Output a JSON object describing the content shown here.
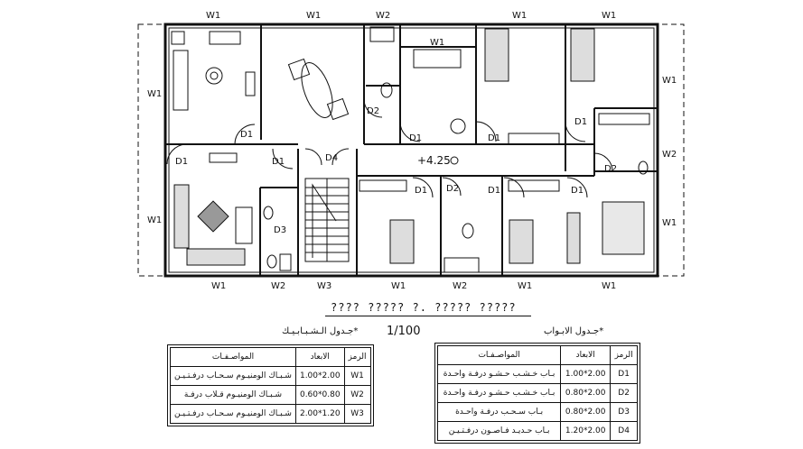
{
  "windows_top": [
    "W1",
    "W1",
    "W2",
    "W1",
    "W1"
  ],
  "windows_bottom": [
    "W1",
    "W2",
    "W3",
    "W1",
    "W2",
    "W1",
    "W1"
  ],
  "windows_left": [
    "W1",
    "W1"
  ],
  "windows_right": [
    "W1",
    "W2",
    "W1"
  ],
  "internal_labels": {
    "w1_kitchen": "W1",
    "d1_a": "D1",
    "d1_b": "D1",
    "d1_c": "D1",
    "d1_d": "D1",
    "d1_e": "D1",
    "d1_f": "D1",
    "d1_g": "D1",
    "d1_h": "D1",
    "d1_i": "D1",
    "d2_a": "D2",
    "d2_b": "D2",
    "d2_c": "D2",
    "d3": "D3",
    "d4": "D4"
  },
  "level_mark": "+4.25",
  "drawing_title": "???? ????? ?. ????? ?????",
  "scale": "1/100",
  "windows_schedule": {
    "caption": "جـدول الـشـبـابـيـك*",
    "headers": [
      "المواصـفـات",
      "الابعاد",
      "الرمز"
    ],
    "rows": [
      [
        "شـبـاك الومنيـوم سـحـاب درفـتـيـن",
        "1.00*2.00",
        "W1"
      ],
      [
        "شـبـاك الومنيـوم قـلاب درفـة",
        "0.60*0.80",
        "W2"
      ],
      [
        "شـبـاك الومنيـوم سـحـاب درفـتـيـن",
        "2.00*1.20",
        "W3"
      ]
    ]
  },
  "doors_schedule": {
    "caption": "جـدول الابـواب*",
    "headers": [
      "المواصـفـات",
      "الابعاد",
      "الرمز"
    ],
    "rows": [
      [
        "بـاب خـشـب حـشـو درفـة واحـدة",
        "1.00*2.00",
        "D1"
      ],
      [
        "بـاب خـشـب حـشـو درفـة واحـدة",
        "0.80*2.00",
        "D2"
      ],
      [
        "بـاب سـحـب درفـة واحـدة",
        "0.80*2.00",
        "D3"
      ],
      [
        "بـاب حـديـد فـاصـون درفـتـيـن",
        "1.20*2.00",
        "D4"
      ]
    ]
  }
}
